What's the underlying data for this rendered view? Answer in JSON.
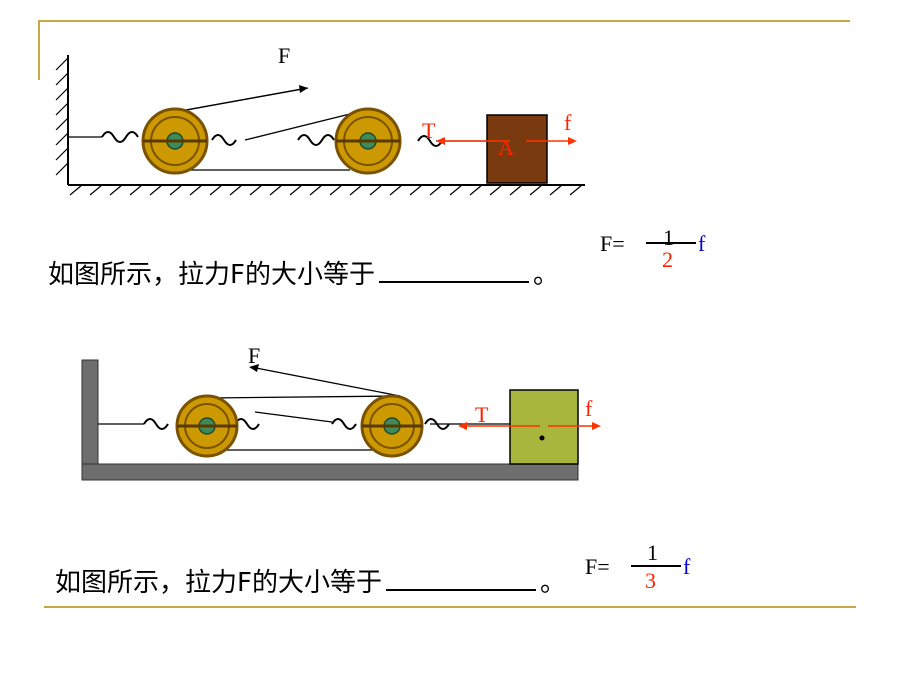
{
  "colors": {
    "decor_line": "#c8a845",
    "pulley_fill": "#cc9900",
    "pulley_rim": "#7a5200",
    "hub": "#3e8a5a",
    "force_arrow": "#ff3300",
    "block_a": "#7a3a10",
    "block_b": "#a8b63e",
    "label_red": "#ff2200",
    "label_blue": "#0000cc",
    "wall_gray": "#6e6e6e"
  },
  "diagram1": {
    "force_label": "F",
    "tension_label": "T",
    "friction_label": "f",
    "block_label": "A"
  },
  "diagram2": {
    "force_label": "F",
    "tension_label": "T",
    "friction_label": "f"
  },
  "question1": {
    "text_before": "如图所示，拉力F的大小等于",
    "text_after": "。",
    "answer_prefix": "F=",
    "numerator": "1",
    "denominator": "2",
    "symbol": "f"
  },
  "question2": {
    "text_before": "如图所示，拉力F的大小等于",
    "text_after": "。",
    "answer_prefix": "F=",
    "numerator": "1",
    "denominator": "3",
    "symbol": "f"
  }
}
